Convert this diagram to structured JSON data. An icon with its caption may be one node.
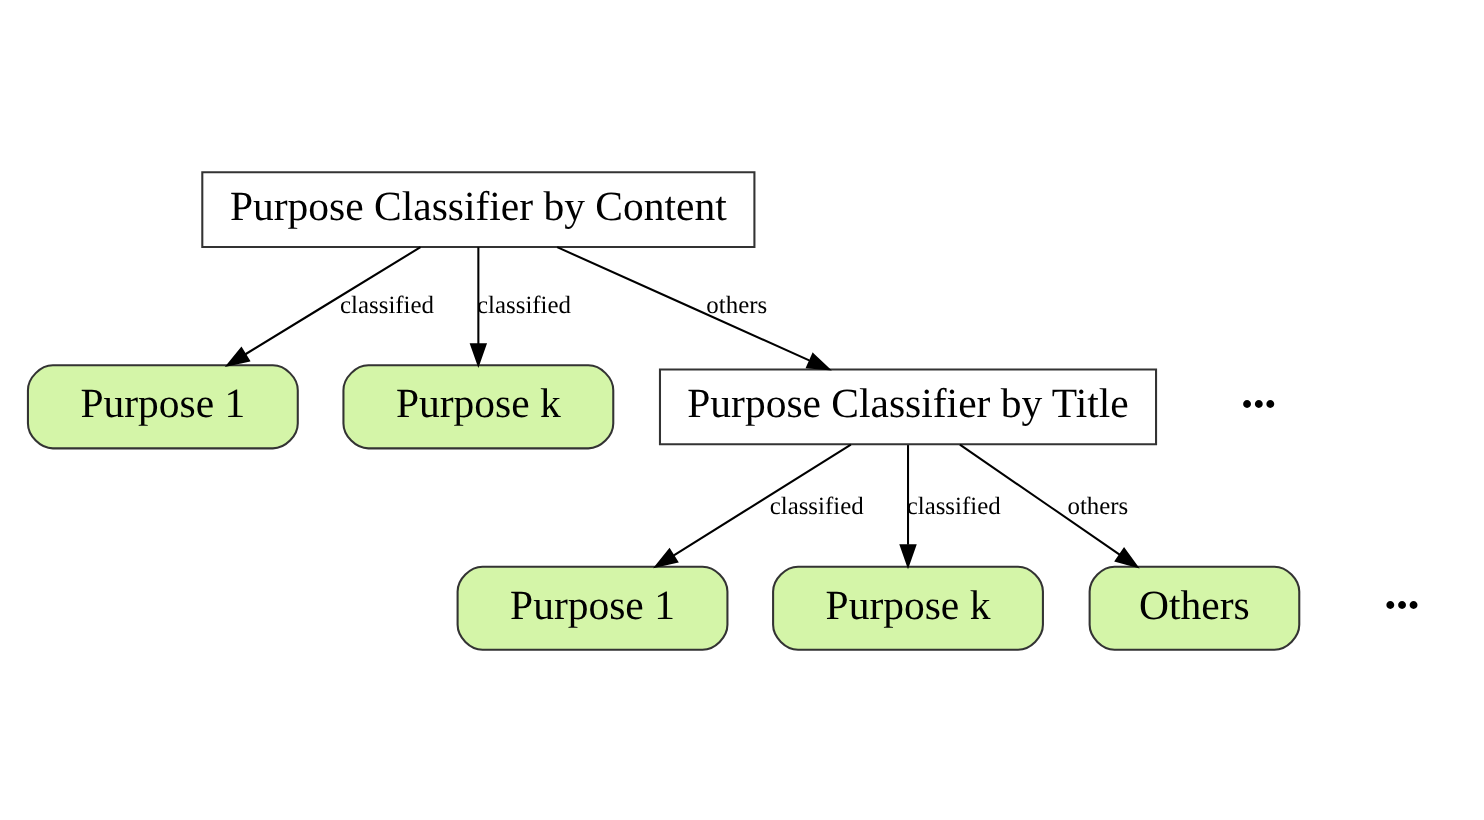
{
  "diagram": {
    "nodes": [
      {
        "text": [
          "Purpose Classifier by Content"
        ]
      },
      {
        "text": [
          "Purpose 1"
        ]
      },
      {
        "text": [
          "Purpose k"
        ]
      },
      {
        "text": [
          "Purpose Classifier by Title"
        ]
      },
      {
        "text": [
          "Purpose 1"
        ]
      },
      {
        "text": [
          "Purpose k"
        ]
      },
      {
        "text": [
          "Others"
        ]
      }
    ],
    "edges": [
      {
        "from": 0,
        "to": 1,
        "arrow": "to",
        "label": "classified"
      },
      {
        "from": 0,
        "to": 2,
        "arrow": "to",
        "label": "classified"
      },
      {
        "from": 0,
        "to": 3,
        "arrow": "to",
        "label": "others"
      },
      {
        "from": 3,
        "to": 4,
        "arrow": "to",
        "label": "classified"
      },
      {
        "from": 3,
        "to": 5,
        "arrow": "to",
        "label": "classified"
      },
      {
        "from": 3,
        "to": 6,
        "arrow": "to",
        "label": "others"
      }
    ],
    "labels": [
      "•••",
      "•••"
    ]
  }
}
